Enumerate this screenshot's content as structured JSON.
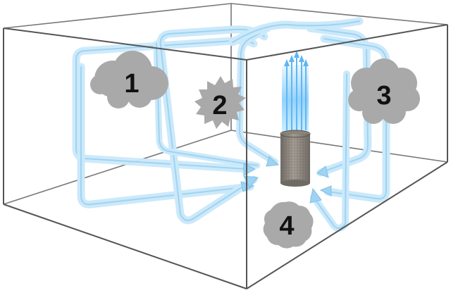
{
  "labels": {
    "one": "1",
    "two": "2",
    "three": "3",
    "four": "4"
  },
  "colors": {
    "edge": "#555555",
    "airflow": "#a9d9f3",
    "airflow_edge": "#7fc1e8",
    "particle": "#a9a9a9",
    "purifier_body": "#8d8780",
    "purifier_light": "#a6d9f7"
  },
  "icons": {
    "room": "room-box-icon",
    "purifier": "air-purifier-icon",
    "particle": "particle-cloud-icon"
  }
}
